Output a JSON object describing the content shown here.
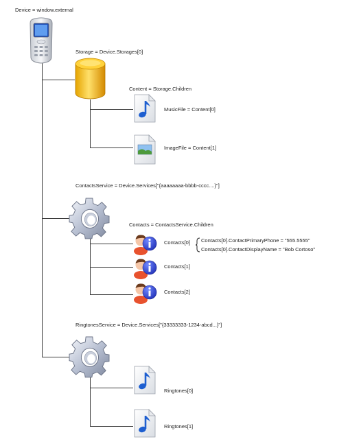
{
  "labels": {
    "device": "Device = window.external",
    "storage": "Storage = Device.Storages[0]",
    "content": "Content = Storage.Children",
    "music_file": "MusicFile = Content[0]",
    "image_file": "ImageFile = Content[1]",
    "contacts_service": "ContactsService = Device.Services[\"{aaaaaaaa-bbbb-cccc....}\"]",
    "contacts": "Contacts = ContactsService.Children",
    "contact0": "Contacts[0]",
    "contact1": "Contacts[1]",
    "contact2": "Contacts[2]",
    "phone": "Contacts[0].ContactPrimaryPhone = \"555.5555\"",
    "display_name": "Contacts[0].ContactDisplayName = \"Bob Cortoso\"",
    "ringtones_service": "RingtonesService = Device.Services[\"{33333333-1234-abcd...}\"]",
    "ringtone0": "Ringtones[0]",
    "ringtone1": "Ringtones[1]"
  },
  "icons": {
    "device": "mobile-phone-icon",
    "storage": "database-cylinder-icon",
    "music": "music-file-icon",
    "image": "image-file-icon",
    "service": "gear-icon",
    "contact": "contact-info-icon",
    "ringtone": "ringtone-file-icon"
  }
}
